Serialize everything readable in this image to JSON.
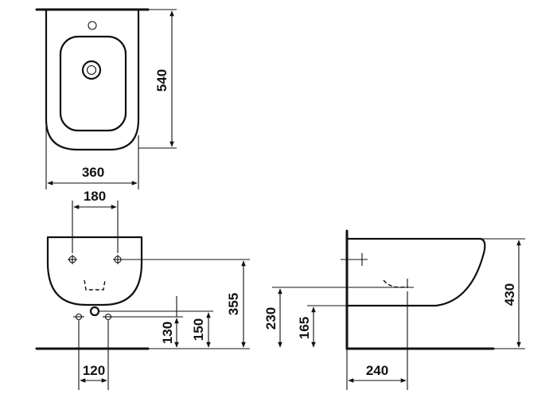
{
  "drawing": {
    "top_view": {
      "height_label": "540",
      "width_label": "360"
    },
    "front_view": {
      "mount_spacing_label": "180",
      "mount_height_label": "355",
      "pipe_height_label": "130",
      "pipe_height_2_label": "150",
      "pipe_spacing_label": "120"
    },
    "side_view": {
      "pipe_height_label": "230",
      "pipe_height_2_label": "165",
      "total_height_label": "430",
      "projection_label": "240"
    }
  }
}
